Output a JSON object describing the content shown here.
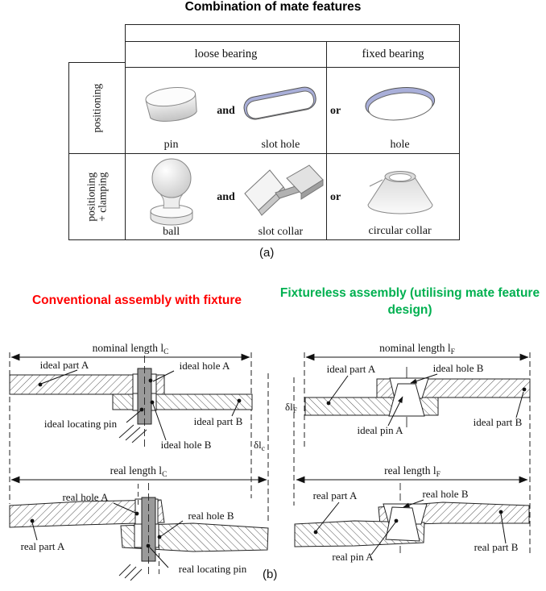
{
  "panel_a": {
    "title": "Combination of mate features",
    "caption": "(a)",
    "columns": {
      "loose": "loose bearing",
      "fixed": "fixed bearing"
    },
    "rows": [
      {
        "header": "positioning",
        "item1": "pin",
        "conj1": "and",
        "item2": "slot hole",
        "conj2": "or",
        "item3": "hole"
      },
      {
        "header": "positioning + clamping",
        "item1": "ball",
        "conj1": "and",
        "item2": "slot collar",
        "conj2": "or",
        "item3": "circular collar"
      }
    ],
    "icon_colors": {
      "rim_blue": "#a9afd9",
      "body_gray": "#e9e9e9"
    }
  },
  "panel_b": {
    "caption": "(b)",
    "left": {
      "title": "Conventional assembly with fixture",
      "title_color": "#ff0000",
      "ideal": {
        "dim": "nominal length l",
        "dim_sub": "C",
        "part_a": "ideal part A",
        "hole_a": "ideal hole A",
        "locating_pin": "ideal locating pin",
        "part_b": "ideal part B",
        "hole_b": "ideal hole B",
        "delta": "δl",
        "delta_sub": "c"
      },
      "real": {
        "dim": "real length l",
        "dim_sub": "C",
        "hole_a": "real hole A",
        "hole_b": "real hole B",
        "part_a": "real part A",
        "locating_pin": "real locating pin"
      }
    },
    "right": {
      "title": "Fixtureless assembly (utilising mate feature design)",
      "title_color": "#00b050",
      "ideal": {
        "dim": "nominal length l",
        "dim_sub": "F",
        "part_a": "ideal part A",
        "hole_b": "ideal hole B",
        "pin_a": "ideal pin A",
        "part_b": "ideal part B",
        "delta": "δl",
        "delta_sub": "F"
      },
      "real": {
        "dim": "real length l",
        "dim_sub": "F",
        "part_a": "real part A",
        "hole_b": "real hole B",
        "pin_a": "real pin A",
        "part_b": "real part B"
      }
    }
  }
}
